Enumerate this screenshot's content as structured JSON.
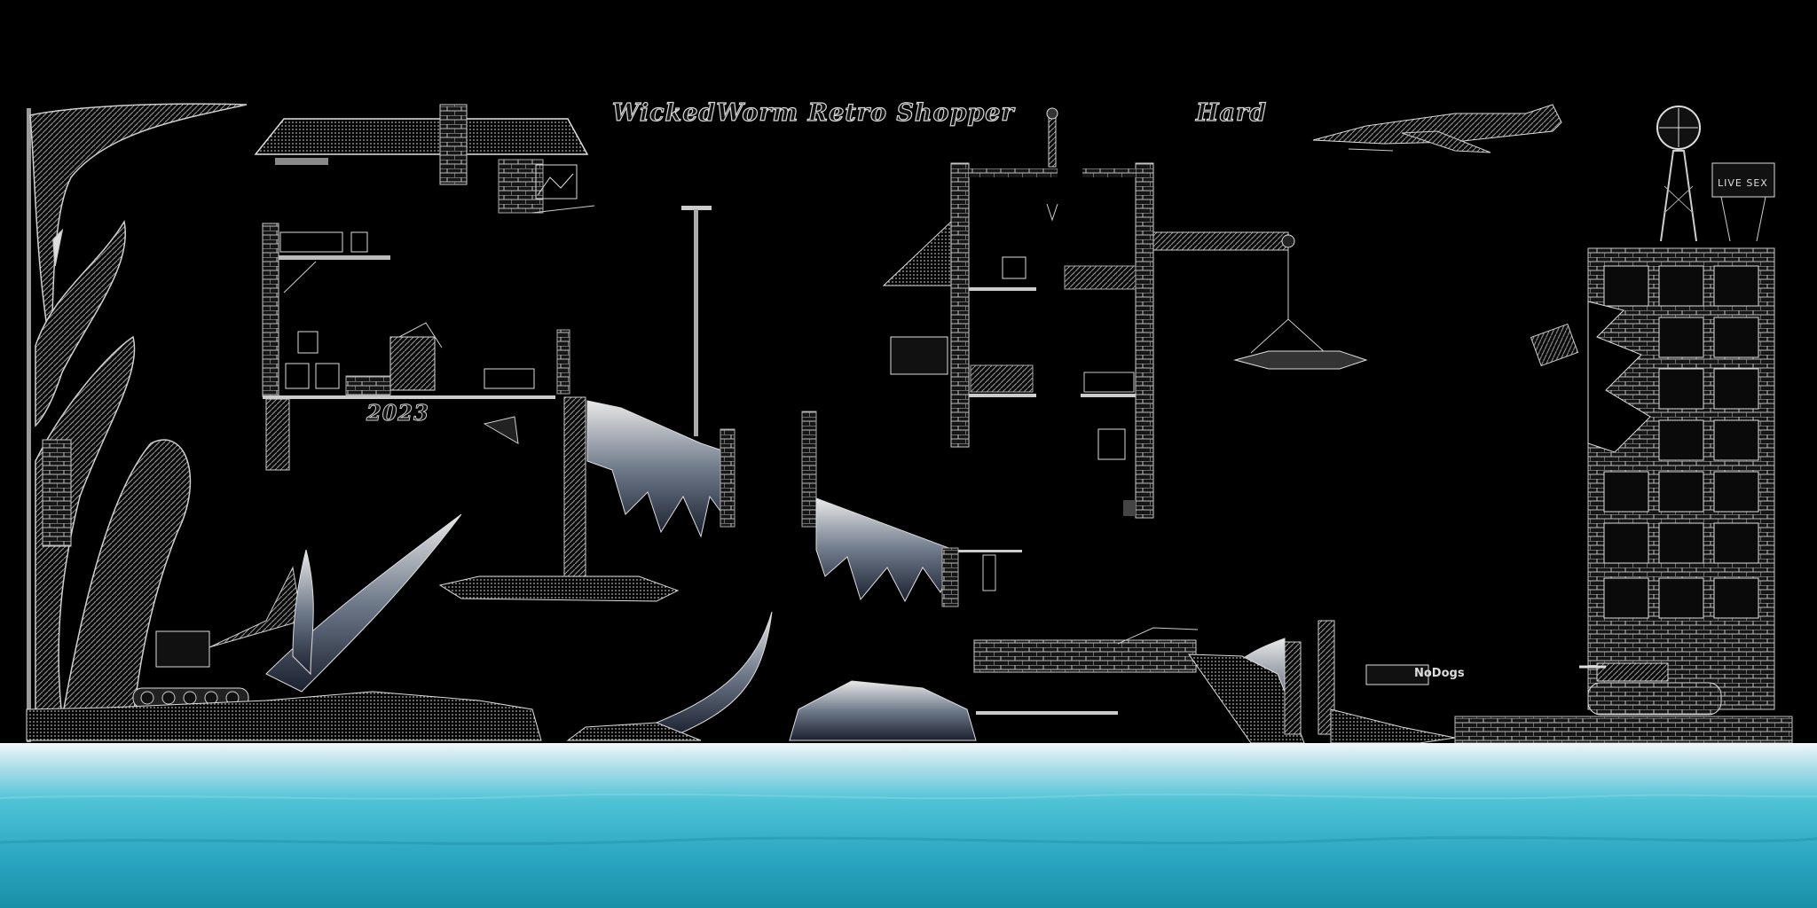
{
  "level": {
    "title": "WickedWorm Retro Shopper",
    "difficulty": "Hard"
  },
  "signs": {
    "billboard": "LIVE SEX",
    "warning": "NoDogs",
    "year": "2023"
  },
  "palette": {
    "background": "#000000",
    "line_art": "#d0d0d0",
    "water_light": "#dff1f5",
    "water_mid": "#3fb8cf",
    "water_deep": "#1a8ea8"
  }
}
